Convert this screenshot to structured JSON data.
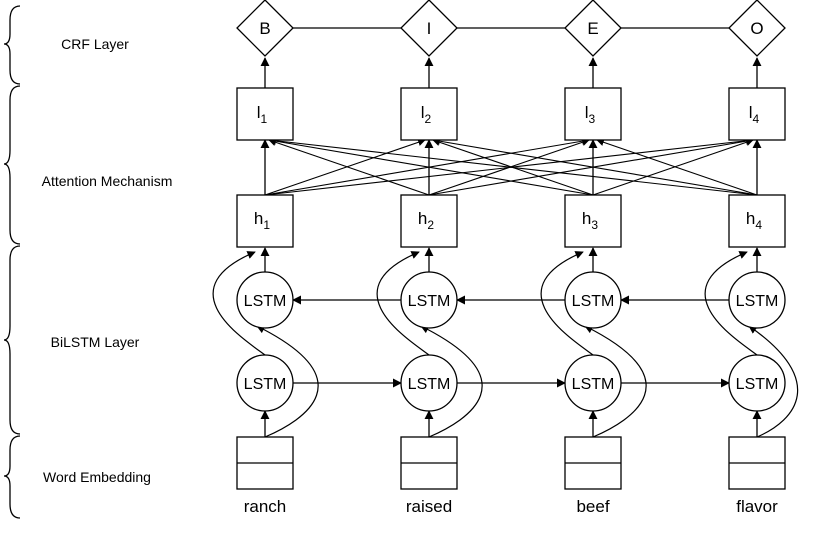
{
  "layers": [
    {
      "label": "CRF Layer"
    },
    {
      "label": "Attention Mechanism"
    },
    {
      "label": "BiLSTM Layer"
    },
    {
      "label": "Word Embedding"
    }
  ],
  "columns": [
    {
      "word": "ranch",
      "tag": "B",
      "h": "h",
      "h_sub": "1",
      "l": "l",
      "l_sub": "1"
    },
    {
      "word": "raised",
      "tag": "I",
      "h": "h",
      "h_sub": "2",
      "l": "l",
      "l_sub": "2"
    },
    {
      "word": "beef",
      "tag": "E",
      "h": "h",
      "h_sub": "3",
      "l": "l",
      "l_sub": "3"
    },
    {
      "word": "flavor",
      "tag": "O",
      "h": "h",
      "h_sub": "4",
      "l": "l",
      "l_sub": "4"
    }
  ],
  "lstm_label": "LSTM"
}
